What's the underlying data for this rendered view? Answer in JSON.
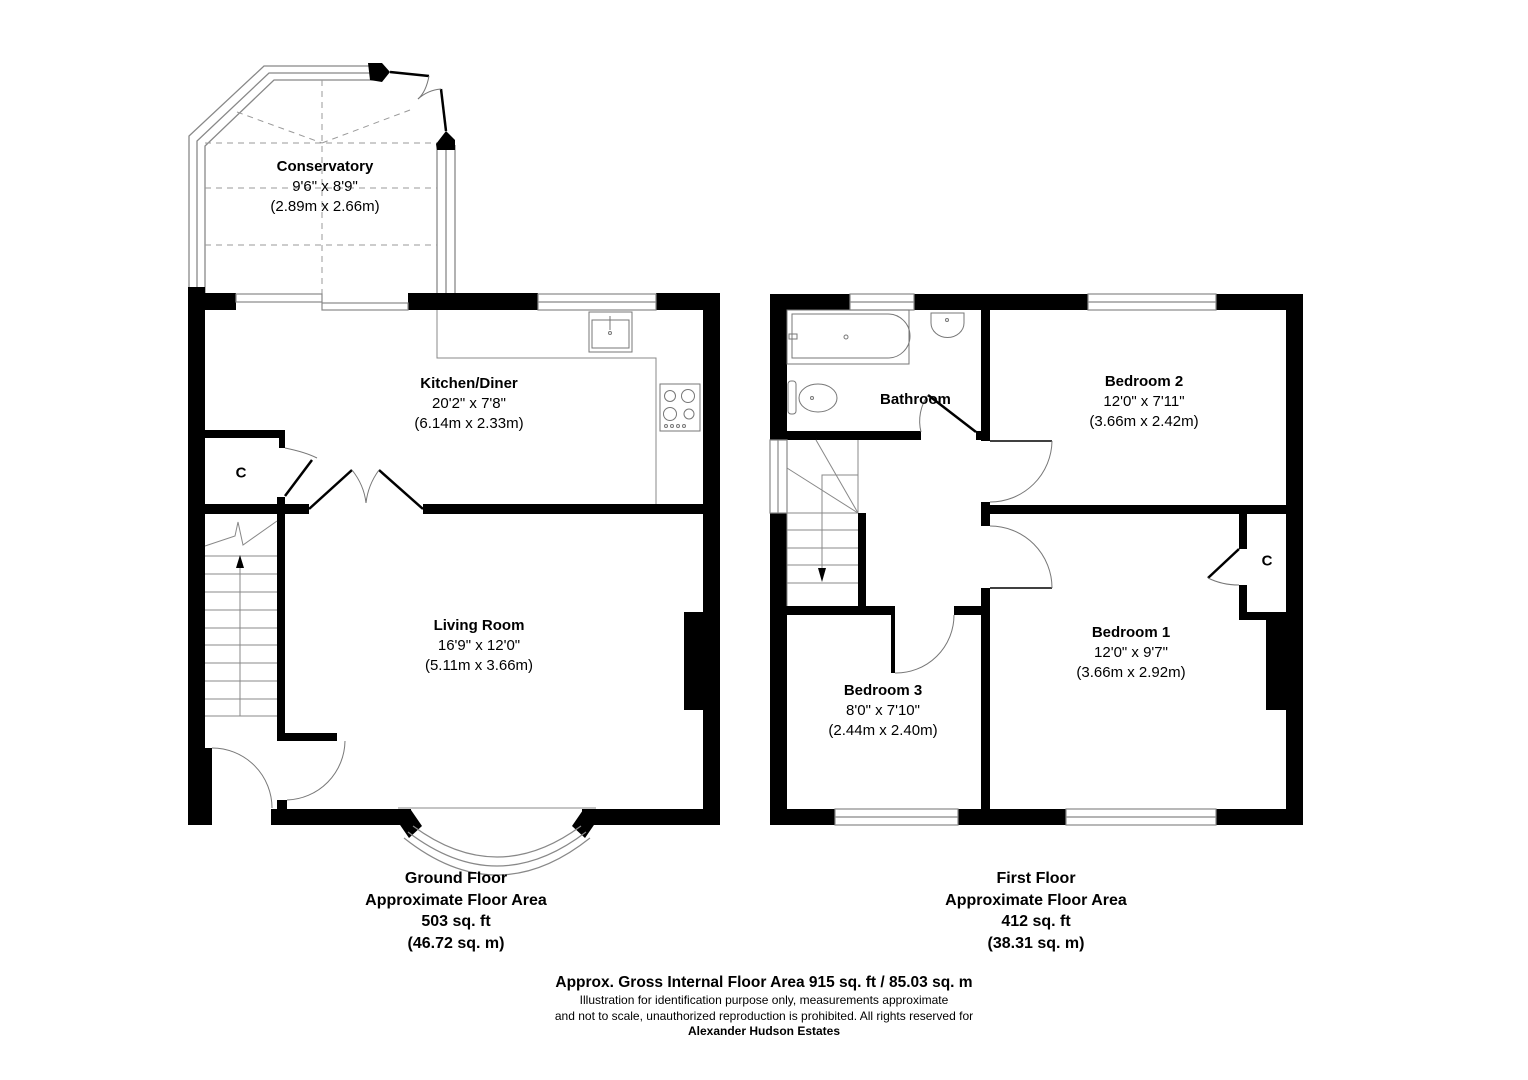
{
  "colors": {
    "wall": "#000000",
    "fixture_line": "#888888",
    "background": "#ffffff"
  },
  "ground_floor": {
    "rooms": [
      {
        "id": "conservatory",
        "name": "Conservatory",
        "imperial": "9'6\" x 8'9\"",
        "metric": "(2.89m x 2.66m)"
      },
      {
        "id": "kitchen",
        "name": "Kitchen/Diner",
        "imperial": "20'2\" x 7'8\"",
        "metric": "(6.14m x 2.33m)"
      },
      {
        "id": "living",
        "name": "Living Room",
        "imperial": "16'9\" x 12'0\"",
        "metric": "(5.11m x 3.66m)"
      }
    ],
    "closet_label": "C",
    "caption": {
      "title": "Ground Floor",
      "subtitle": "Approximate Floor Area",
      "sqft": "503 sq. ft",
      "sqm": "(46.72 sq. m)"
    }
  },
  "first_floor": {
    "rooms": [
      {
        "id": "bathroom",
        "name": "Bathroom"
      },
      {
        "id": "bedroom2",
        "name": "Bedroom 2",
        "imperial": "12'0\" x 7'11\"",
        "metric": "(3.66m x 2.42m)"
      },
      {
        "id": "bedroom1",
        "name": "Bedroom 1",
        "imperial": "12'0\" x 9'7\"",
        "metric": "(3.66m x 2.92m)"
      },
      {
        "id": "bedroom3",
        "name": "Bedroom 3",
        "imperial": "8'0\" x 7'10\"",
        "metric": "(2.44m x 2.40m)"
      }
    ],
    "closet_label": "C",
    "caption": {
      "title": "First Floor",
      "subtitle": "Approximate Floor Area",
      "sqft": "412 sq. ft",
      "sqm": "(38.31 sq. m)"
    }
  },
  "footer": {
    "gross_area": "Approx. Gross Internal Floor Area 915 sq. ft / 85.03 sq. m",
    "disclaimer_line1": "Illustration for identification purpose only, measurements approximate",
    "disclaimer_line2": "and not to scale, unauthorized reproduction is prohibited. All rights reserved for",
    "brand": "Alexander Hudson Estates"
  }
}
